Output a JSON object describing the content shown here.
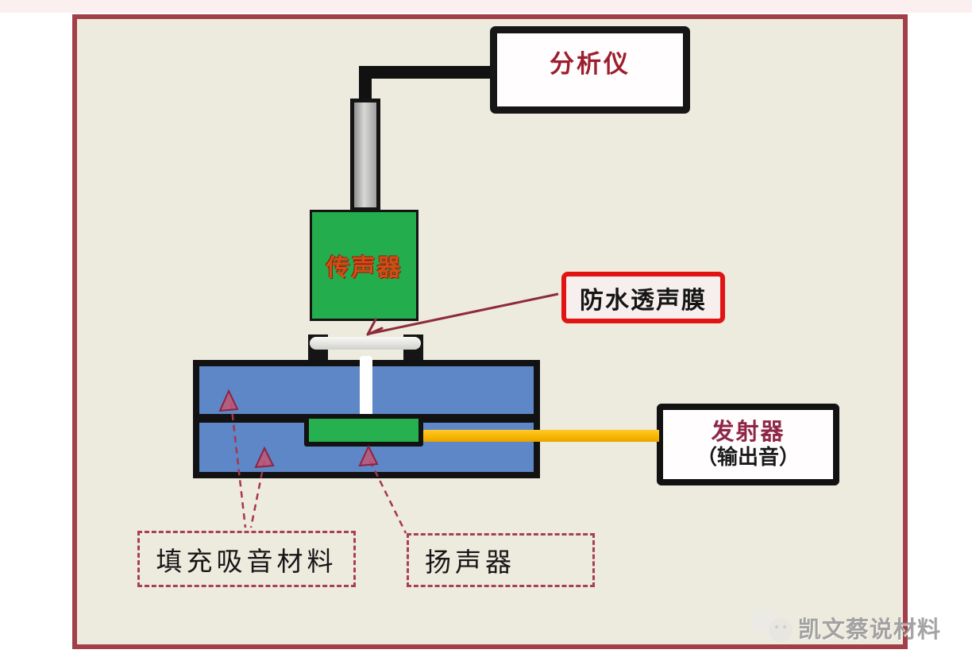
{
  "diagram": {
    "analyzer": {
      "label": "分析仪"
    },
    "microphone": {
      "label": "传声器"
    },
    "membrane_label": {
      "label": "防水透声膜"
    },
    "transmitter": {
      "line1": "发射器",
      "line2": "（输出音）"
    },
    "absorber_label": {
      "label": "填充吸音材料"
    },
    "speaker_label": {
      "label": "扬声器"
    },
    "watermark": {
      "text": "凯文蔡说材料"
    },
    "colors": {
      "frame_border": "#a24049",
      "canvas_bg": "#edeade",
      "analyzer_text": "#9c1f2e",
      "microphone_green": "#23ad4d",
      "microphone_text": "#cf4f14",
      "coupler_blue": "#5d87c6",
      "speaker_green": "#27b04f",
      "cable_yellow": "#f7b500",
      "membrane_label_border": "#e21313",
      "transmitter_text": "#8e2747",
      "pointer_line_red": "#8e2b3b",
      "dashed_arrow_red": "#a8354c",
      "watermark_gray": "#8f8f8f"
    }
  }
}
